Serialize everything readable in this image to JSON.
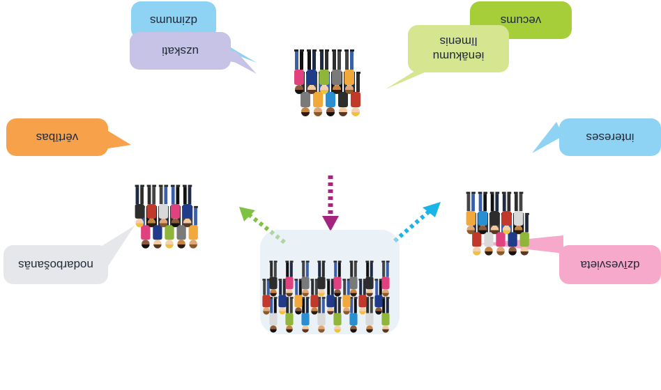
{
  "bubbles": [
    {
      "key": "vecums",
      "label": "vecums",
      "color": "#a6ce39"
    },
    {
      "key": "dzimums",
      "label": "dzimums",
      "color": "#8fd3f4"
    },
    {
      "key": "dzivesvieta",
      "label": "dzīvesvieta",
      "color": "#f6a9cb"
    },
    {
      "key": "nodarbosanas",
      "label": "nodarbošanās",
      "color": "#e5e7eb"
    },
    {
      "key": "intereses",
      "label": "intereses",
      "color": "#8fd3f4"
    },
    {
      "key": "vertibas",
      "label": "vērtības",
      "color": "#f7a24b"
    },
    {
      "key": "ienakumu",
      "label": "ienākumu līmenis",
      "line1": "ienākumu",
      "line2": "līmenis",
      "color": "#d6e58f"
    },
    {
      "key": "uzskati",
      "label": "uzskati",
      "color": "#c7c3e6"
    }
  ],
  "arrows": [
    {
      "key": "left",
      "color": "#7dc242"
    },
    {
      "key": "top",
      "color": "#a3257e"
    },
    {
      "key": "right",
      "color": "#19b5e8"
    }
  ],
  "icons": [
    "crowd-group-icon",
    "segment-group-left-icon",
    "segment-group-top-icon",
    "segment-group-right-icon"
  ]
}
